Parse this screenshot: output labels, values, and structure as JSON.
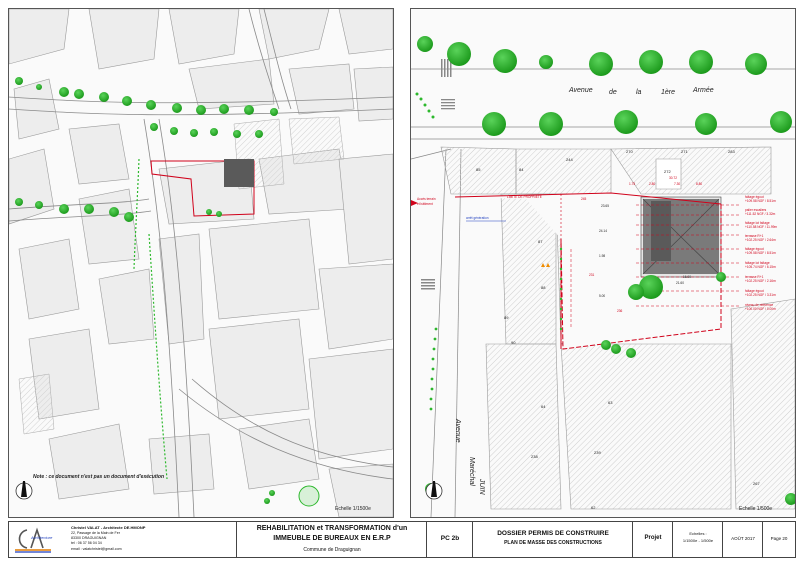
{
  "left_panel": {
    "note": "Note : ce document n'est pas un document d'exécution",
    "scale": "Echelle 1/1500e"
  },
  "right_panel": {
    "street_avenue": [
      "Avenue",
      "de",
      "la",
      "1ère",
      "Armée"
    ],
    "street_marechal": [
      "Avenue",
      "Maréchal",
      "JUIN"
    ],
    "scale": "Echelle 1/500e",
    "parcels": {
      "p85": "85",
      "p84": "84",
      "p244": "244",
      "p270": "270",
      "p271": "271",
      "p283": "283",
      "p272": "272",
      "p87": "87",
      "p88": "88",
      "p89": "89",
      "p90": "90",
      "p64": "64",
      "p63": "63",
      "p238": "238",
      "p239": "239",
      "p62": "62",
      "p267": "267",
      "p245": "245",
      "p231": "231",
      "p236": "236"
    },
    "labels": {
      "acces": "Accès terrain",
      "acces2": "et bâtiment",
      "limite": "LIMITE DE PROPRIETE",
      "arret": "arrêt génération"
    },
    "levels": [
      "faîtage égout",
      "+109.58 NGF / 8.51m",
      "palier escaliers",
      "+111.52 NGF / 3.32m",
      "faîtage lot faîtage",
      "+110.58 NGF / 11.99m",
      "terrasse R+1",
      "+102.25 NGF / 2.64m",
      "faîtage égout",
      "+109.58 NGF / 8.51m",
      "faîtage lot faîtage",
      "+105.74 NGF / 6.15m",
      "terrasse R+1",
      "+102.25 NGF / 2.16m",
      "faîtage égout",
      "+102.25 NGF / 3.31m",
      "niveau de référence",
      "+100.00 NGF / 0.00m"
    ],
    "dims": [
      "1.75",
      "2.80",
      "7.30",
      "8.80",
      "30.72",
      "23.65",
      "16.00",
      "21.60",
      "24.14",
      "1.98",
      "5.00"
    ]
  },
  "title_block": {
    "logo_text": "Architecture",
    "architect_name": "Christel VALAT - Architecte DE.HMONP",
    "address1": "22, Passage de la Main de Fer",
    "address2": "83300 DRAGUIGNAN",
    "phone": "tel : 06 37 56 04 34",
    "email": "email : valatchristel@gmail.com",
    "project_line1": "REHABILITATION et TRANSFORMATION d'un",
    "project_line2": "IMMEUBLE DE BUREAUX EN E.R.P",
    "commune": "Commune de Draguignan",
    "doc_code": "PC 2b",
    "dossier_title": "DOSSIER PERMIS DE CONSTRUIRE",
    "dossier_subtitle": "PLAN DE MASSE DES CONSTRUCTIONS",
    "phase": "Projet",
    "scales_label": "Echelles :",
    "scales_values": "1/1500e - 1/500e",
    "date": "AOÛT 2017",
    "page": "Page 20"
  },
  "colors": {
    "tree": "#2db82d",
    "tree_dark": "#1c8c1c",
    "property_line": "#d0021b",
    "building_fill": "#f0f0f0",
    "hatch": "#cccccc",
    "roof": "#555555"
  }
}
